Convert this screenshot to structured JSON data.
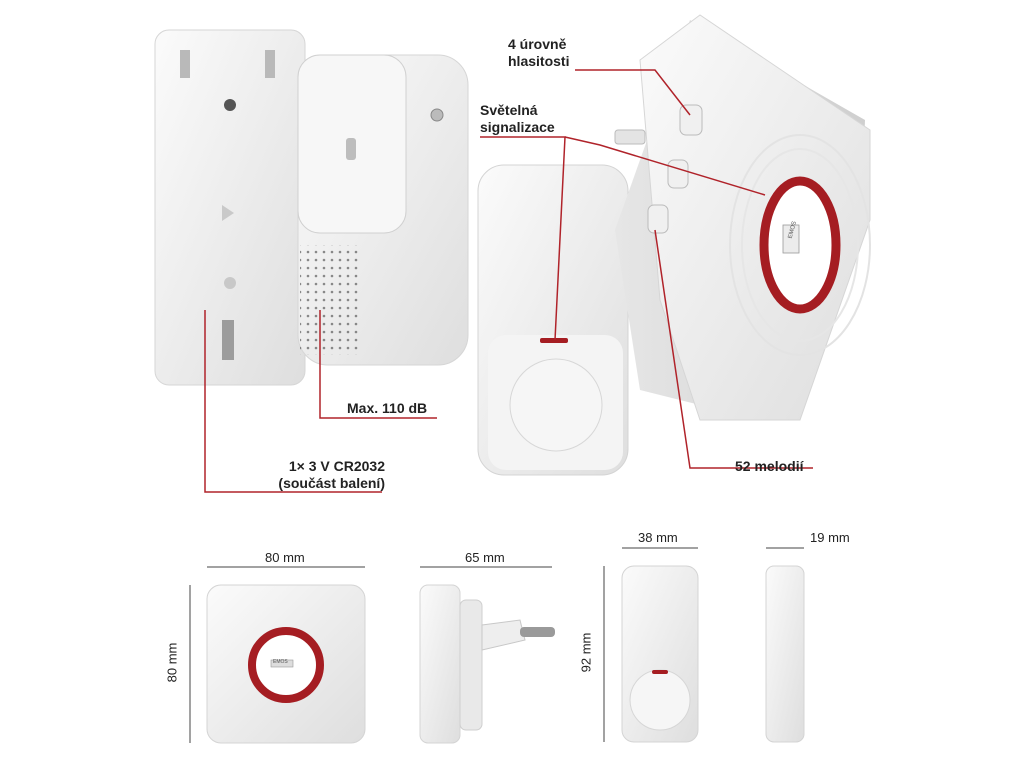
{
  "callouts": {
    "volume": [
      "4 úrovně",
      "hlasitosti"
    ],
    "light": [
      "Světelná",
      "signalizace"
    ],
    "max_db": "Max. 110 dB",
    "battery": [
      "1× 3 V CR2032",
      "(součást balení)"
    ],
    "melodies": "52 melodií"
  },
  "brand_mark": "EMOS",
  "dimensions": {
    "receiver_width": "80 mm",
    "receiver_height": "80 mm",
    "receiver_depth": "65 mm",
    "button_width": "38 mm",
    "button_height": "92 mm",
    "button_depth": "19 mm"
  },
  "colors": {
    "accent_red": "#a51d22",
    "device_white": "#f3f3f3",
    "shadow_grey": "#d9d9d9",
    "leader_line": "#b0232a"
  }
}
